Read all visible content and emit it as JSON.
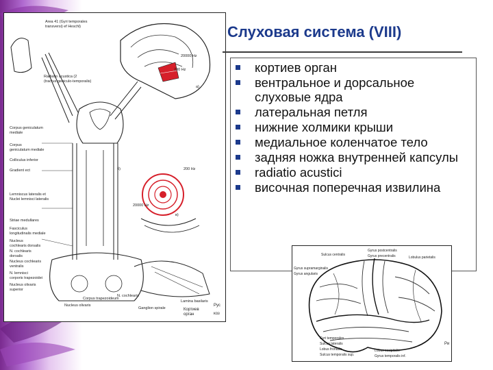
{
  "slide": {
    "title": "Слуховая система (VIII)",
    "bullets": [
      "кортиев орган",
      "вентральное и дорсальное слуховые ядра",
      "латеральная петля",
      "нижние холмики крыши",
      " медиальное коленчатое тело",
      " задняя ножка внутренней капсулы",
      "radiatio acustici",
      "височная поперечная извилина"
    ]
  },
  "left_figure": {
    "labels": {
      "area41": "Area 41 (Gyri temporales",
      "area41b": "transversi) ef Heschl)",
      "radiatio1": "Radiatio acustica (2",
      "radiatio2": "(tractus geniculo-temporalis)",
      "radiatio3": "",
      "cgm": "Corpus geniculatum",
      "cgm2": "mediale",
      "cgm3": "Corpus",
      "cgm4": "geniculatum mediale",
      "colliculus": "Colliculus inferior",
      "colliculus2": "Gradient ect",
      "lemn1": "Lemniscus lateralis et",
      "lemn2": "Nuclei lemnisci lateralis",
      "striae1": "Striae medullares",
      "fasc1": "Fasciculus",
      "fasc2": "longitudinalis mediale",
      "nc1": "Nucleus",
      "nc2": "cochlearis dorsalis",
      "nc3": "N. cochlearis",
      "nc4": "dorsalis",
      "nc5": "Nucleus cochlearis",
      "nc6": "ventralis",
      "nc7": "N. lemnisci",
      "nc8": "corporis trapezoidei",
      "nc9": "Nucleus olivaris",
      "nc10": "superior",
      "olive": "Nucleus olivaris",
      "trap": "Corpus trapezoideum",
      "ncoch": "N. cochlearis",
      "ganglion": "Ganglion spirale",
      "lamina": "Lamina basilaris",
      "kort1": "Кортиев",
      "kort2": "орган",
      "hz1": "20000 Hz",
      "hz2": "200 Hz",
      "hz3": "20000 Hz",
      "hz4": "200 Hz",
      "fig_a": "а)",
      "fig_b": "б)",
      "fig_c": "в)",
      "page": "Рус",
      "page2": "коз"
    }
  },
  "brain_figure": {
    "labels": [
      "Sulcus centralis",
      "Gyrus postcentralis",
      "Gyrus precentralis",
      "Lobulus parietalis",
      "Gyrus supramarginalis",
      "Gyrus angularis",
      "Gyri temporales",
      "Sulcus lateralis",
      "Lobus frontalis",
      "Lobus occipitalis",
      "Gyrus temporalis inf.",
      "Sulcus temporalis sup."
    ],
    "corner": "Ри"
  },
  "colors": {
    "title": "#1c3a8c",
    "bullet": "#1c3a8c",
    "side_dark": "#7a2a8f",
    "red_detail": "#d61f2a"
  }
}
